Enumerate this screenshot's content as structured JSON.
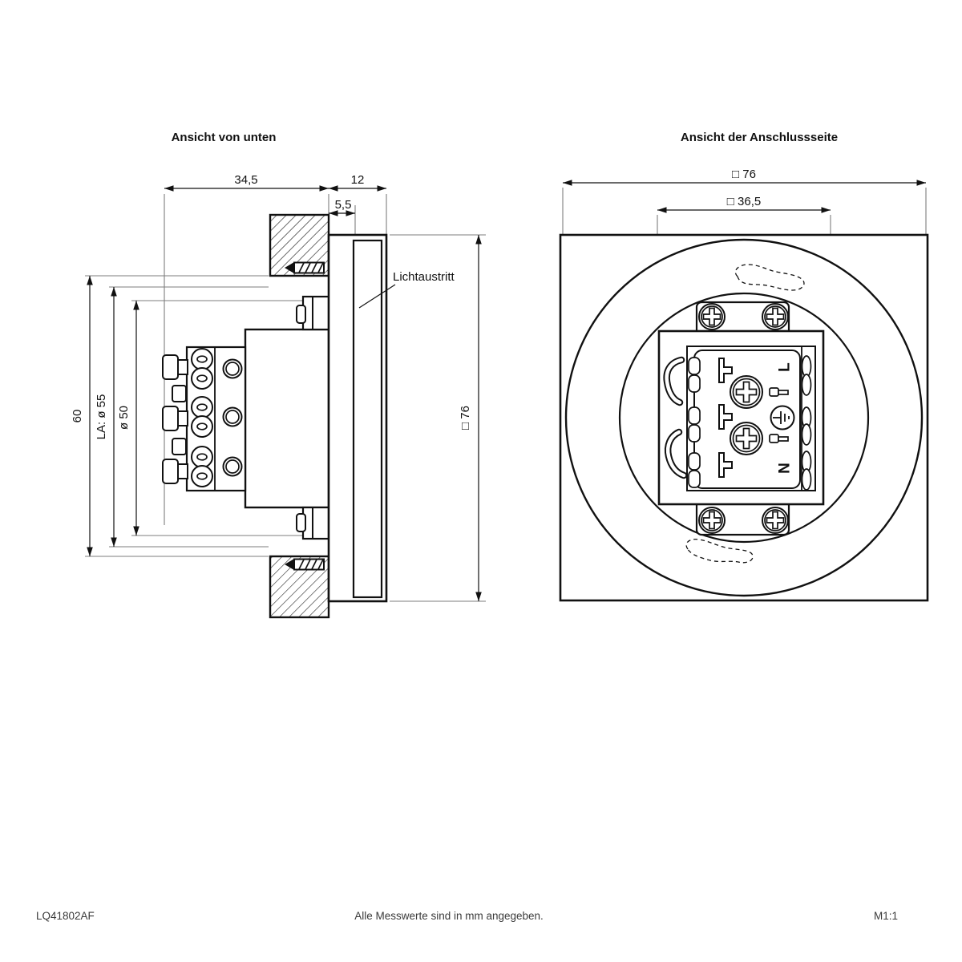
{
  "drawing": {
    "left_view": {
      "title": "Ansicht von unten",
      "light_exit_label": "Lichtaustritt",
      "dims": {
        "back_width": "34,5",
        "front_depth": "12",
        "recess_depth": "5,5",
        "cutout_height": "60",
        "light_aperture": "LA: ø 55",
        "body_diameter": "ø 50",
        "plate_size": "□ 76"
      }
    },
    "right_view": {
      "title": "Ansicht der Anschlussseite",
      "dims": {
        "plate_size": "□ 76",
        "inner_square": "□ 36,5"
      },
      "terminals": {
        "live": "L",
        "neutral": "N"
      }
    },
    "footer": {
      "part_number": "LQ41802AF",
      "units_note": "Alle Messwerte sind in mm angegeben.",
      "scale": "M1:1"
    }
  }
}
